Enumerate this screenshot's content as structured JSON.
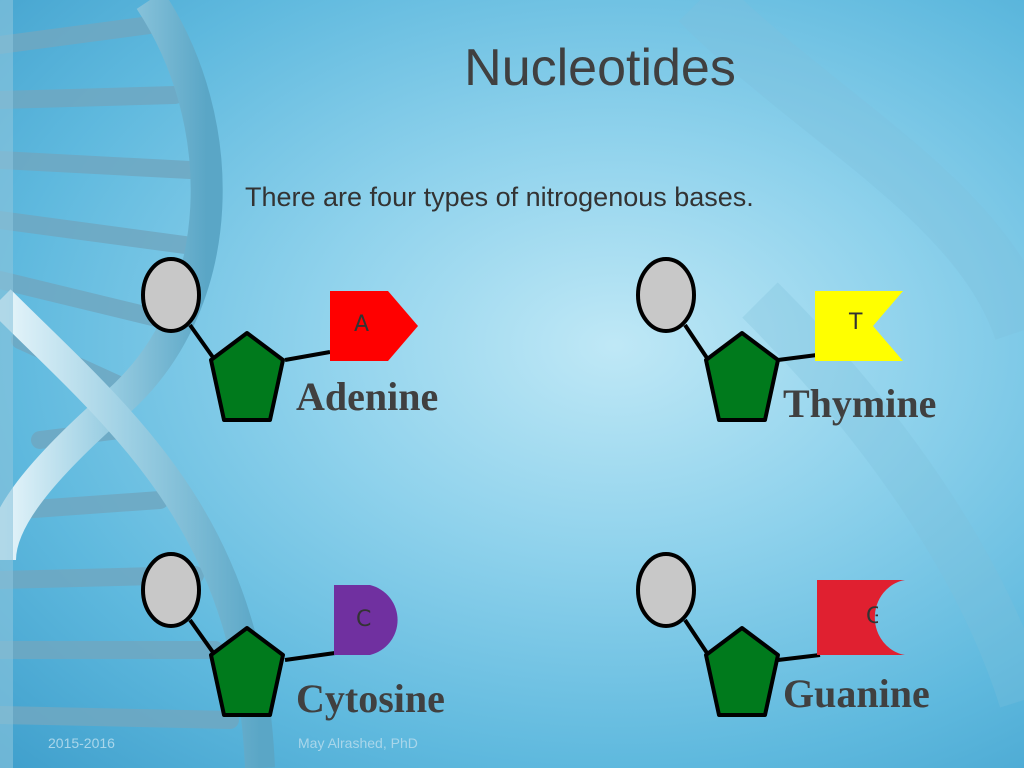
{
  "slide": {
    "title": "Nucleotides",
    "subtitle": "There are four types of nitrogenous bases.",
    "colors": {
      "phosphate": "#c8c8c8",
      "sugar": "#007a1c",
      "adenine": "#ff0000",
      "thymine": "#ffff00",
      "cytosine": "#7030a0",
      "guanine": "#e02030"
    },
    "bases": [
      {
        "letter": "A",
        "name": "Adenine"
      },
      {
        "letter": "T",
        "name": "Thymine"
      },
      {
        "letter": "C",
        "name": "Cytosine"
      },
      {
        "letter": "G",
        "name": "Guanine"
      }
    ],
    "footer": {
      "date": "2015-2016",
      "author": "May Alrashed, PhD"
    }
  }
}
